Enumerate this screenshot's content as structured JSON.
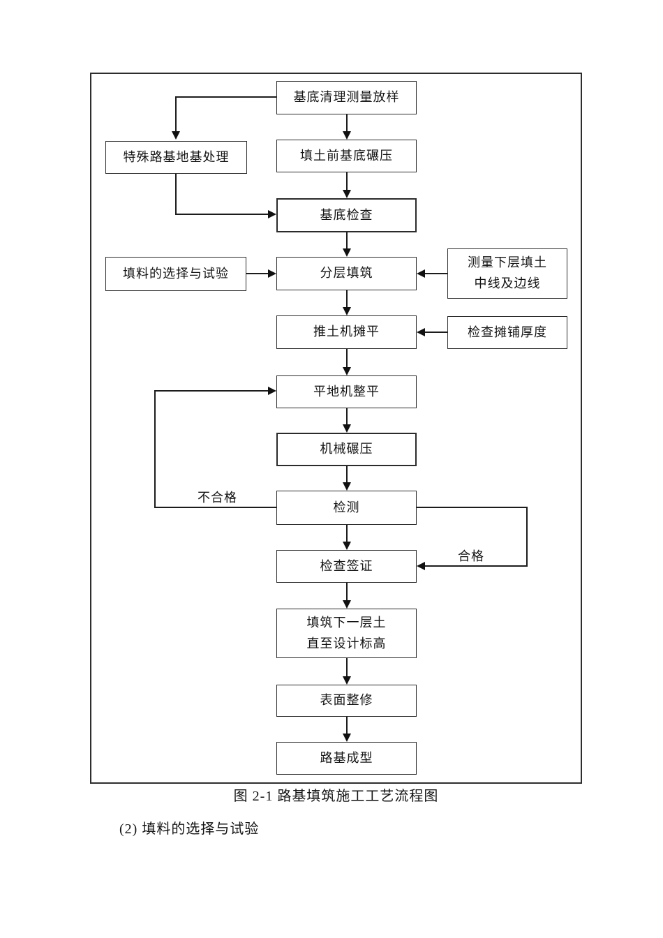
{
  "page": {
    "caption": "图 2-1 路基填筑施工工艺流程图",
    "paragraph": "(2) 填料的选择与试验"
  },
  "flowchart": {
    "nodes": {
      "base_clearing_survey": {
        "label": "基底清理测量放样"
      },
      "special_subgrade_treatment": {
        "label": "特殊路基地基处理"
      },
      "pre_fill_base_rolling": {
        "label": "填土前基底碾压"
      },
      "base_inspection": {
        "label": "基底检查"
      },
      "fill_material_selection_test": {
        "label": "填料的选择与试验"
      },
      "layered_filling": {
        "label": "分层填筑"
      },
      "survey_lower_layer": {
        "line1": "测量下层填土",
        "line2": "中线及边线"
      },
      "bulldozer_spreading": {
        "label": "推土机摊平"
      },
      "check_paving_thickness": {
        "label": "检查摊铺厚度"
      },
      "grader_leveling": {
        "label": "平地机整平"
      },
      "mechanical_rolling": {
        "label": "机械碾压"
      },
      "testing": {
        "label": "检测"
      },
      "inspection_sign_off": {
        "label": "检查签证"
      },
      "fill_next_layer": {
        "line1": "填筑下一层土",
        "line2": "直至设计标高"
      },
      "surface_finishing": {
        "label": "表面整修"
      },
      "subgrade_formed": {
        "label": "路基成型"
      }
    },
    "edge_labels": {
      "fail": "不合格",
      "pass": "合格"
    }
  }
}
